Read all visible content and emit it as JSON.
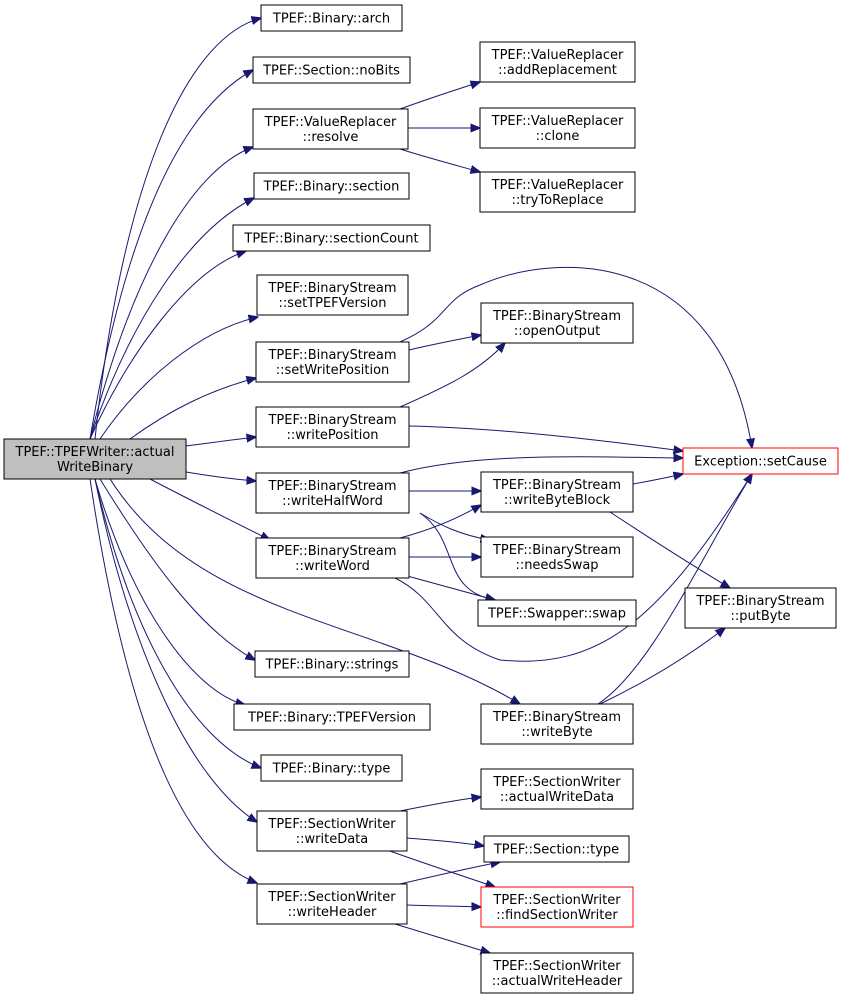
{
  "colors": {
    "edge": "#191970",
    "root_fill": "#bfbfbf",
    "highlight_border": "#ff0000",
    "node_fill": "#ffffff"
  },
  "nodes": {
    "root": {
      "lines": [
        "TPEF::TPEFWriter::actual",
        "WriteBinary"
      ]
    },
    "binary_arch": {
      "lines": [
        "TPEF::Binary::arch"
      ]
    },
    "section_nobits": {
      "lines": [
        "TPEF::Section::noBits"
      ]
    },
    "vr_resolve": {
      "lines": [
        "TPEF::ValueReplacer",
        "::resolve"
      ]
    },
    "binary_section": {
      "lines": [
        "TPEF::Binary::section"
      ]
    },
    "binary_sectioncount": {
      "lines": [
        "TPEF::Binary::sectionCount"
      ]
    },
    "bs_settpefversion": {
      "lines": [
        "TPEF::BinaryStream",
        "::setTPEFVersion"
      ]
    },
    "bs_setwriteposition": {
      "lines": [
        "TPEF::BinaryStream",
        "::setWritePosition"
      ]
    },
    "bs_writeposition": {
      "lines": [
        "TPEF::BinaryStream",
        "::writePosition"
      ]
    },
    "bs_writehalfword": {
      "lines": [
        "TPEF::BinaryStream",
        "::writeHalfWord"
      ]
    },
    "bs_writeword": {
      "lines": [
        "TPEF::BinaryStream",
        "::writeWord"
      ]
    },
    "binary_strings": {
      "lines": [
        "TPEF::Binary::strings"
      ]
    },
    "binary_tpefversion": {
      "lines": [
        "TPEF::Binary::TPEFVersion"
      ]
    },
    "binary_type": {
      "lines": [
        "TPEF::Binary::type"
      ]
    },
    "sw_writedata": {
      "lines": [
        "TPEF::SectionWriter",
        "::writeData"
      ]
    },
    "sw_writeheader": {
      "lines": [
        "TPEF::SectionWriter",
        "::writeHeader"
      ]
    },
    "vr_addreplacement": {
      "lines": [
        "TPEF::ValueReplacer",
        "::addReplacement"
      ]
    },
    "vr_clone": {
      "lines": [
        "TPEF::ValueReplacer",
        "::clone"
      ]
    },
    "vr_trytoreplace": {
      "lines": [
        "TPEF::ValueReplacer",
        "::tryToReplace"
      ]
    },
    "bs_openoutput": {
      "lines": [
        "TPEF::BinaryStream",
        "::openOutput"
      ]
    },
    "bs_writebyteblock": {
      "lines": [
        "TPEF::BinaryStream",
        "::writeByteBlock"
      ]
    },
    "bs_needsswap": {
      "lines": [
        "TPEF::BinaryStream",
        "::needsSwap"
      ]
    },
    "swapper_swap": {
      "lines": [
        "TPEF::Swapper::swap"
      ]
    },
    "bs_writebyte": {
      "lines": [
        "TPEF::BinaryStream",
        "::writeByte"
      ]
    },
    "sw_actualwritedata": {
      "lines": [
        "TPEF::SectionWriter",
        "::actualWriteData"
      ]
    },
    "section_type": {
      "lines": [
        "TPEF::Section::type"
      ]
    },
    "sw_findsectionwriter": {
      "lines": [
        "TPEF::SectionWriter",
        "::findSectionWriter"
      ]
    },
    "sw_actualwriteheader": {
      "lines": [
        "TPEF::SectionWriter",
        "::actualWriteHeader"
      ]
    },
    "exception_setcause": {
      "lines": [
        "Exception::setCause"
      ]
    },
    "bs_putbyte": {
      "lines": [
        "TPEF::BinaryStream",
        "::putByte"
      ]
    }
  },
  "edges": [
    [
      "root",
      "binary_arch"
    ],
    [
      "root",
      "section_nobits"
    ],
    [
      "root",
      "vr_resolve"
    ],
    [
      "root",
      "binary_section"
    ],
    [
      "root",
      "binary_sectioncount"
    ],
    [
      "root",
      "bs_settpefversion"
    ],
    [
      "root",
      "bs_setwriteposition"
    ],
    [
      "root",
      "bs_writeposition"
    ],
    [
      "root",
      "bs_writehalfword"
    ],
    [
      "root",
      "bs_writeword"
    ],
    [
      "root",
      "binary_strings"
    ],
    [
      "root",
      "binary_tpefversion"
    ],
    [
      "root",
      "binary_type"
    ],
    [
      "root",
      "sw_writedata"
    ],
    [
      "root",
      "sw_writeheader"
    ],
    [
      "root",
      "bs_writebyte"
    ],
    [
      "vr_resolve",
      "vr_addreplacement"
    ],
    [
      "vr_resolve",
      "vr_clone"
    ],
    [
      "vr_resolve",
      "vr_trytoreplace"
    ],
    [
      "bs_setwriteposition",
      "exception_setcause"
    ],
    [
      "bs_setwriteposition",
      "bs_openoutput"
    ],
    [
      "bs_writeposition",
      "bs_openoutput"
    ],
    [
      "bs_writeposition",
      "exception_setcause"
    ],
    [
      "bs_writehalfword",
      "exception_setcause"
    ],
    [
      "bs_writehalfword",
      "bs_writebyteblock"
    ],
    [
      "bs_writehalfword",
      "bs_needsswap"
    ],
    [
      "bs_writehalfword",
      "swapper_swap"
    ],
    [
      "bs_writeword",
      "bs_writebyteblock"
    ],
    [
      "bs_writeword",
      "bs_needsswap"
    ],
    [
      "bs_writeword",
      "swapper_swap"
    ],
    [
      "bs_writeword",
      "exception_setcause"
    ],
    [
      "bs_writebyteblock",
      "exception_setcause"
    ],
    [
      "bs_writebyteblock",
      "bs_putbyte"
    ],
    [
      "bs_writebyte",
      "exception_setcause"
    ],
    [
      "bs_writebyte",
      "bs_putbyte"
    ],
    [
      "sw_writedata",
      "sw_actualwritedata"
    ],
    [
      "sw_writedata",
      "section_type"
    ],
    [
      "sw_writedata",
      "sw_findsectionwriter"
    ],
    [
      "sw_writeheader",
      "section_type"
    ],
    [
      "sw_writeheader",
      "sw_findsectionwriter"
    ],
    [
      "sw_writeheader",
      "sw_actualwriteheader"
    ]
  ]
}
